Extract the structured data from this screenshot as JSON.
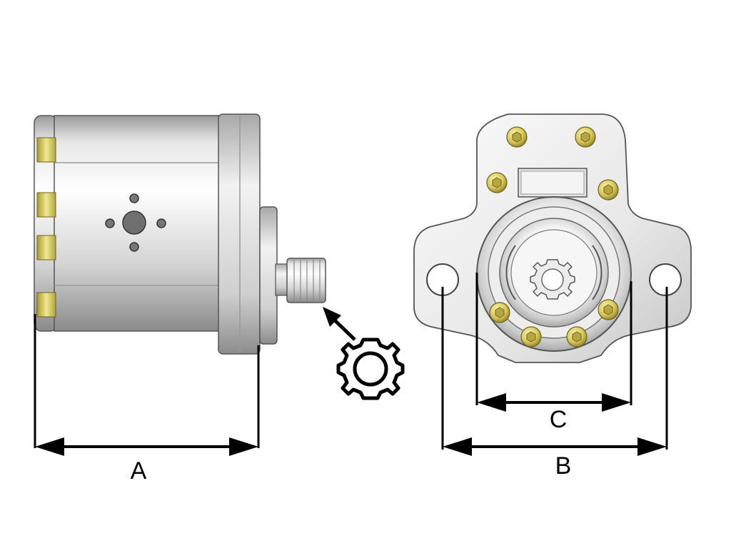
{
  "dimensions": {
    "a_label": "A",
    "b_label": "B",
    "c_label": "C"
  },
  "colors": {
    "body_light": "#f4f4f4",
    "body_mid": "#c9c9c9",
    "body_dark": "#8e8e8e",
    "bolt_gold": "#d9cc6a",
    "line": "#000000"
  },
  "icons": {
    "gear_detail": "spline-gear-icon",
    "bolt": "hex-socket-bolt-icon",
    "direction_arrow": "arrow-icon"
  }
}
